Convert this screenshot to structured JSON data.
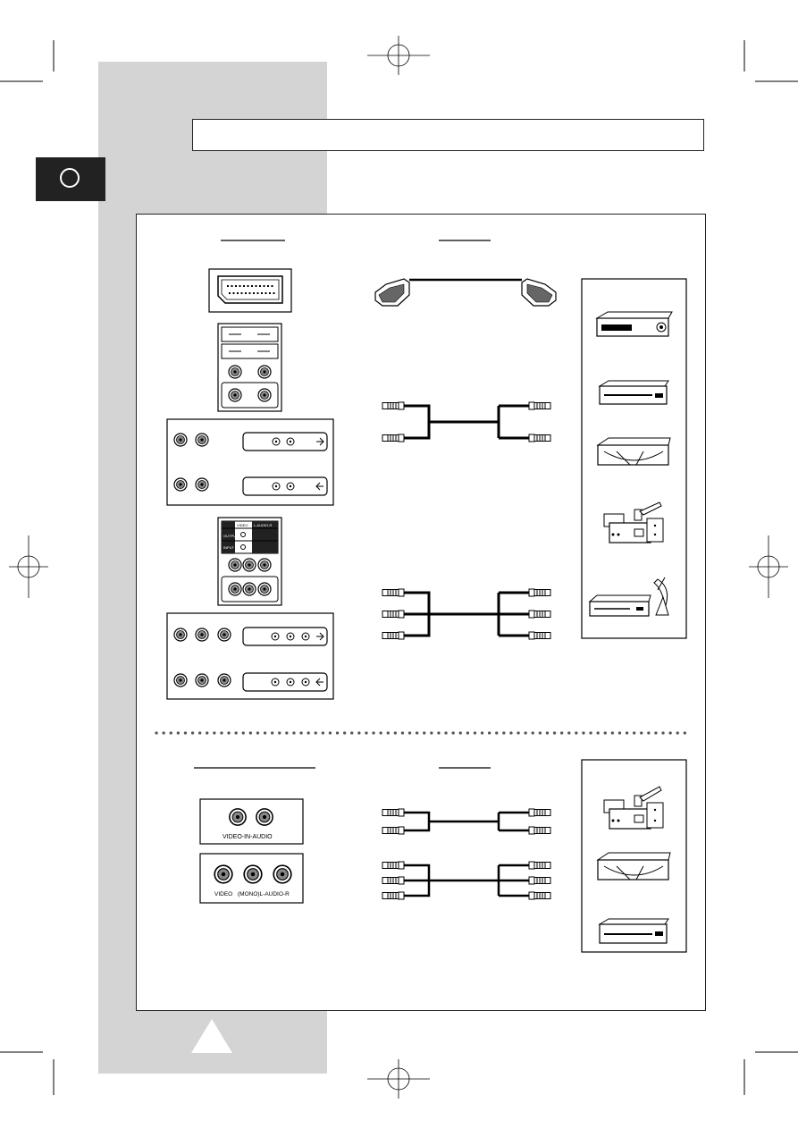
{
  "panels": {
    "video_in_audio_label": "VIDEO-IN-AUDIO",
    "bottom_labels": [
      "VIDEO",
      "(MONO)L-AUDIO-R"
    ],
    "scart_panel_labels": [
      "VIDEO",
      "L-AUDIO-R",
      "OUTPUT",
      "INPUT"
    ]
  },
  "icons": [
    "crop-mark-icon",
    "registration-mark-icon",
    "scart-connector-icon",
    "rca-jack-icon",
    "vcr-icon",
    "dvd-player-icon",
    "laser-disc-icon",
    "camcorder-icon",
    "satellite-receiver-icon"
  ]
}
